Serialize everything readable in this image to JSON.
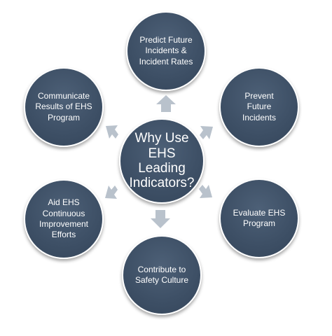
{
  "diagram": {
    "center_label": "Why Use EHS Leading Indicators?",
    "nodes": [
      {
        "id": "predict",
        "label": "Predict Future Incidents & Incident Rates"
      },
      {
        "id": "prevent",
        "label": "Prevent Future Incidents"
      },
      {
        "id": "evaluate",
        "label": "Evaluate EHS Program"
      },
      {
        "id": "contribute",
        "label": "Contribute to Safety Culture"
      },
      {
        "id": "aid",
        "label": "Aid EHS Continuous Improvement Efforts"
      },
      {
        "id": "communicate",
        "label": "Communicate Results of EHS Program"
      }
    ],
    "colors": {
      "node_fill": "#3d4f65",
      "arrow_fill": "#b9c2cc",
      "text": "#ffffff"
    }
  }
}
